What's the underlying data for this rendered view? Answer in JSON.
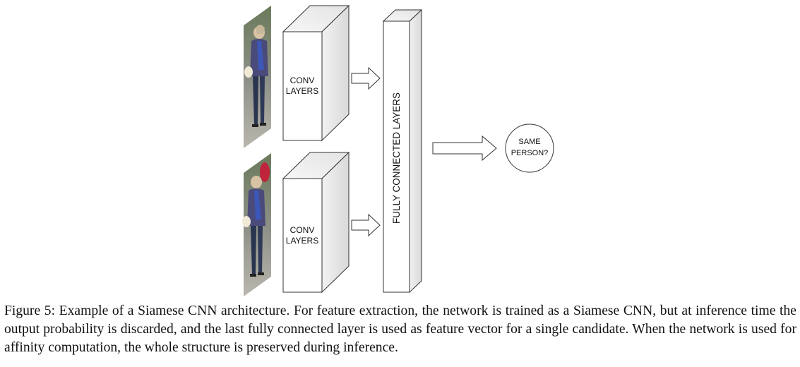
{
  "diagram": {
    "conv_top": [
      "CONV",
      "LAYERS"
    ],
    "conv_bottom": [
      "CONV",
      "LAYERS"
    ],
    "fc_label": "FULLY CONNECTED LAYERS",
    "output": [
      "SAME",
      "PERSON?"
    ]
  },
  "caption": "Figure 5: Example of a Siamese CNN architecture. For feature extraction, the network is trained as a Siamese CNN, but at inference time the output probability is discarded, and the last fully connected layer is used as feature vector for a single candidate. When the network is used for affinity computation, the whole structure is preserved during inference."
}
